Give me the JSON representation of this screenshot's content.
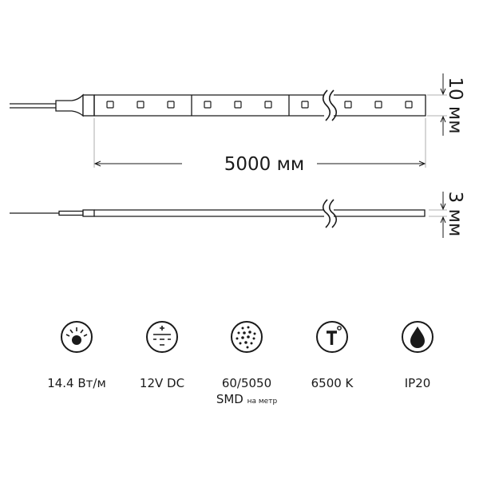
{
  "dimensions": {
    "length": "5000 мм",
    "width": "10 мм",
    "thickness": "3 мм"
  },
  "specs": [
    {
      "icon": "brightness-icon",
      "label": "14.4 Вт/м"
    },
    {
      "icon": "dc-power-icon",
      "label": "12V DC"
    },
    {
      "icon": "led-matrix-icon",
      "label": "60/5050",
      "sublabel": "SMD",
      "note": "на метр"
    },
    {
      "icon": "temperature-icon",
      "label": "6500 K"
    },
    {
      "icon": "water-drop-icon",
      "label": "IP20"
    }
  ]
}
